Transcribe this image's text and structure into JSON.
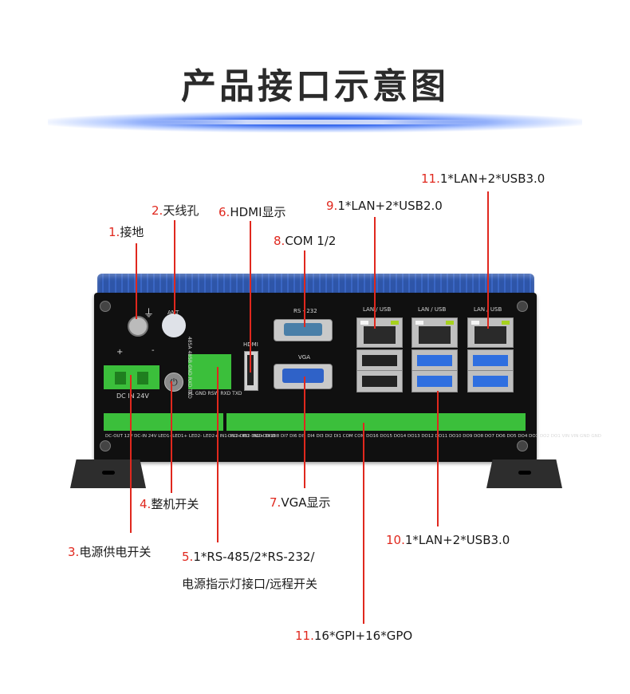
{
  "title": "产品接口示意图",
  "callouts": {
    "c1": {
      "num": "1.",
      "text": "接地"
    },
    "c2": {
      "num": "2.",
      "text": "天线孔"
    },
    "c3": {
      "num": "3.",
      "text": "电源供电开关"
    },
    "c4": {
      "num": "4.",
      "text": "整机开关"
    },
    "c5": {
      "num": "5.",
      "text": "1*RS-485/2*RS-232/",
      "text2": "电源指示灯接口/远程开关"
    },
    "c6": {
      "num": "6.",
      "text": "HDMI显示"
    },
    "c7": {
      "num": "7.",
      "text": "VGA显示"
    },
    "c8": {
      "num": "8.",
      "text": "COM 1/2"
    },
    "c9": {
      "num": "9.",
      "text": "1*LAN+2*USB2.0"
    },
    "c10": {
      "num": "10.",
      "text": "1*LAN+2*USB3.0"
    },
    "c11a": {
      "num": "11.",
      "text": "1*LAN+2*USB3.0"
    },
    "c11b": {
      "num": "11.",
      "text": "16*GPI+16*GPO"
    }
  },
  "panel": {
    "rs232": "RS - 232",
    "vga": "VGA",
    "hdmi": "HDMI",
    "lan1": "LAN / USB",
    "lan2": "LAN / USB",
    "lan3": "LAN / USB",
    "dc": "DC  IN   24V",
    "plus": "+",
    "minus": "-",
    "ant": "ANT",
    "rs485_hdr": "485A 485B GND RXD TXD",
    "rs485_ftr": "PL GND RSW RXD TXD",
    "gpio_left": "DC-OUT 12V  DC-IN 24V  LED1-  LED1+  LED2-  LED2+  IN1-  IN1+  IN2-  IN2+  DI16",
    "gpio_right": "DI12 DI11 DI10 DI9 DI8 DI7 DI6 DI5 DI4 DI3 DI2 DI1 COM COM DO16 DO15 DO14 DO13 DO12 DO11 DO10 DO9 DO8 DO7 DO6 DO5 DO4 DO3 DO2 DO1 VIN VIN GND GND"
  },
  "colors": {
    "accent": "#e0281e",
    "terminal": "#3bbf3b",
    "usb3": "#2f6fe0",
    "chassis_top": "#2e55a8"
  }
}
